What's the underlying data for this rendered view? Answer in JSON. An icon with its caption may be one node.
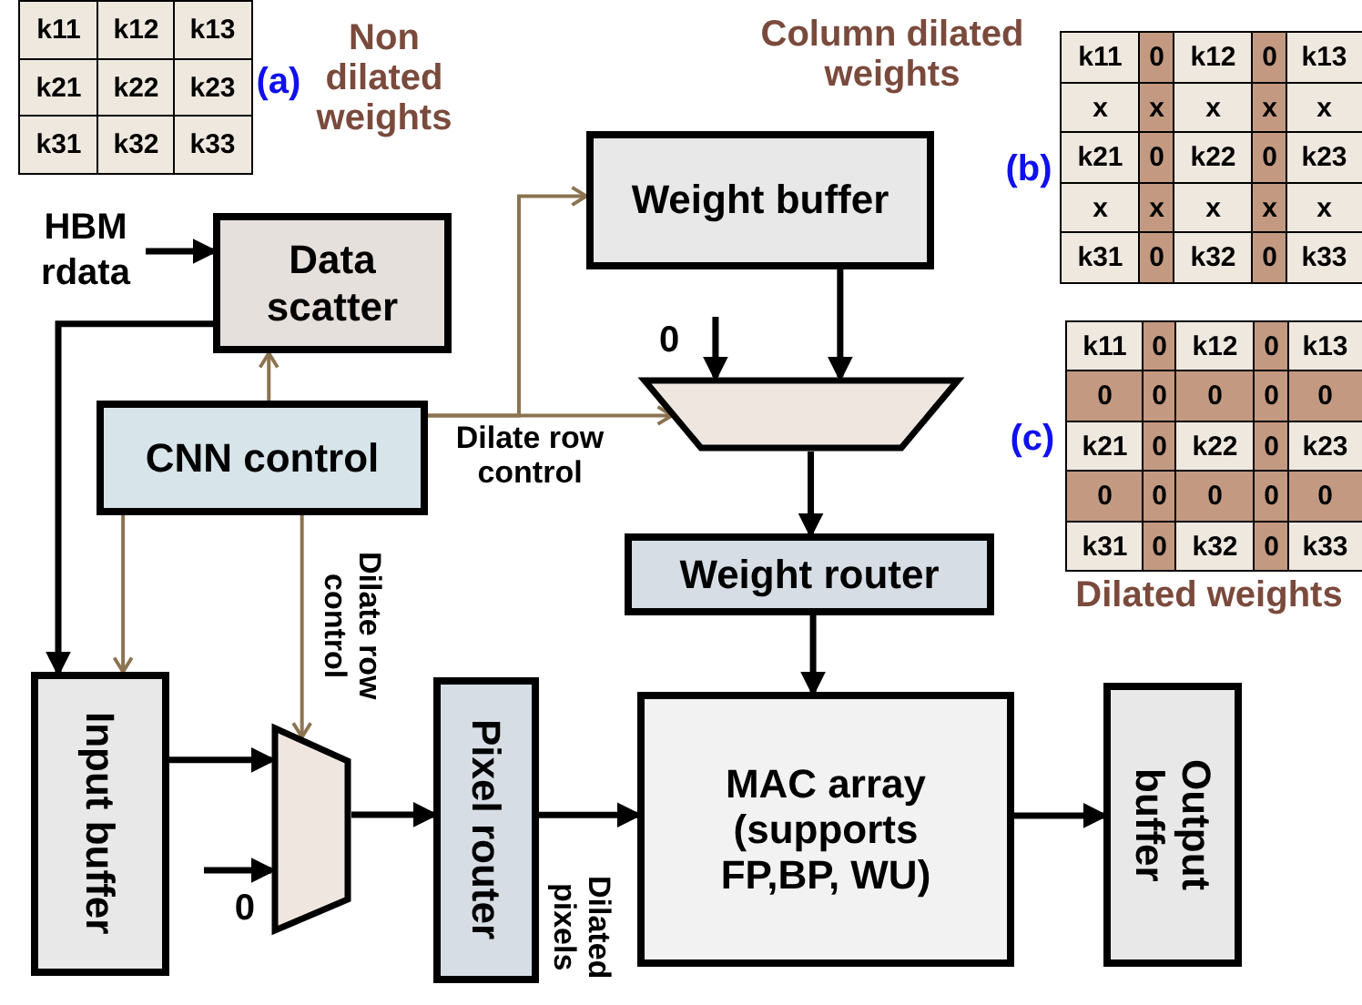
{
  "diagram": {
    "nodes": [
      {
        "text": [
          "Data scatter"
        ]
      },
      {
        "text": [
          "Weight buffer"
        ]
      },
      {
        "text": [
          "CNN control"
        ]
      },
      {
        "text": [],
        "shape": "trapezoid"
      },
      {
        "text": [
          "Weight router"
        ]
      },
      {
        "text": [
          "Input buffer"
        ]
      },
      {
        "text": [],
        "shape": "trapezoid"
      },
      {
        "text": [
          "Pixel router"
        ]
      },
      {
        "text": [
          "MAC array (supports FP,BP, WU)"
        ]
      },
      {
        "text": [
          "Output buffer"
        ]
      },
      {
        "text": [
          "HBM rdata"
        ]
      },
      {
        "text": [
          "0"
        ]
      },
      {
        "text": [
          "0"
        ]
      }
    ],
    "edges": [
      {
        "from": 10,
        "to": 0,
        "arrow": "to"
      },
      {
        "from": 0,
        "to": 5,
        "arrow": "to"
      },
      {
        "from": 2,
        "to": 0,
        "arrow": "to",
        "color": "#8c7351"
      },
      {
        "from": 2,
        "to": 1,
        "arrow": "to",
        "color": "#8c7351"
      },
      {
        "from": 2,
        "to": 3,
        "arrow": "to",
        "color": "#8c7351",
        "label": "Dilate row control"
      },
      {
        "from": 2,
        "to": 5,
        "arrow": "to",
        "color": "#8c7351"
      },
      {
        "from": 2,
        "to": 6,
        "arrow": "to",
        "color": "#8c7351",
        "label": "Dilate row control"
      },
      {
        "from": 1,
        "to": 3,
        "arrow": "to"
      },
      {
        "from": 11,
        "to": 3,
        "arrow": "to"
      },
      {
        "from": 3,
        "to": 4,
        "arrow": "to"
      },
      {
        "from": 4,
        "to": 8,
        "arrow": "to"
      },
      {
        "from": 5,
        "to": 6,
        "arrow": "to"
      },
      {
        "from": 12,
        "to": 6,
        "arrow": "to"
      },
      {
        "from": 6,
        "to": 7,
        "arrow": "to"
      },
      {
        "from": 7,
        "to": 8,
        "arrow": "to",
        "label": "Dilated pixels"
      },
      {
        "from": 8,
        "to": 9,
        "arrow": "to"
      }
    ],
    "labels": [
      "k11",
      "k12",
      "k13",
      "k21",
      "k22",
      "k23",
      "k31",
      "k32",
      "k33",
      "(a)",
      "Non dilated weights",
      "Column dilated weights",
      "(b)",
      "k11",
      "0",
      "k12",
      "0",
      "k13",
      "x",
      "x",
      "x",
      "x",
      "x",
      "k21",
      "0",
      "k22",
      "0",
      "k23",
      "x",
      "x",
      "x",
      "x",
      "x",
      "k31",
      "0",
      "k32",
      "0",
      "k33",
      "(c)",
      "k11",
      "0",
      "k12",
      "0",
      "k13",
      "0",
      "0",
      "0",
      "0",
      "0",
      "k21",
      "0",
      "k22",
      "0",
      "k23",
      "0",
      "0",
      "0",
      "0",
      "0",
      "k31",
      "0",
      "k32",
      "0",
      "k33",
      "Dilated weights"
    ]
  }
}
